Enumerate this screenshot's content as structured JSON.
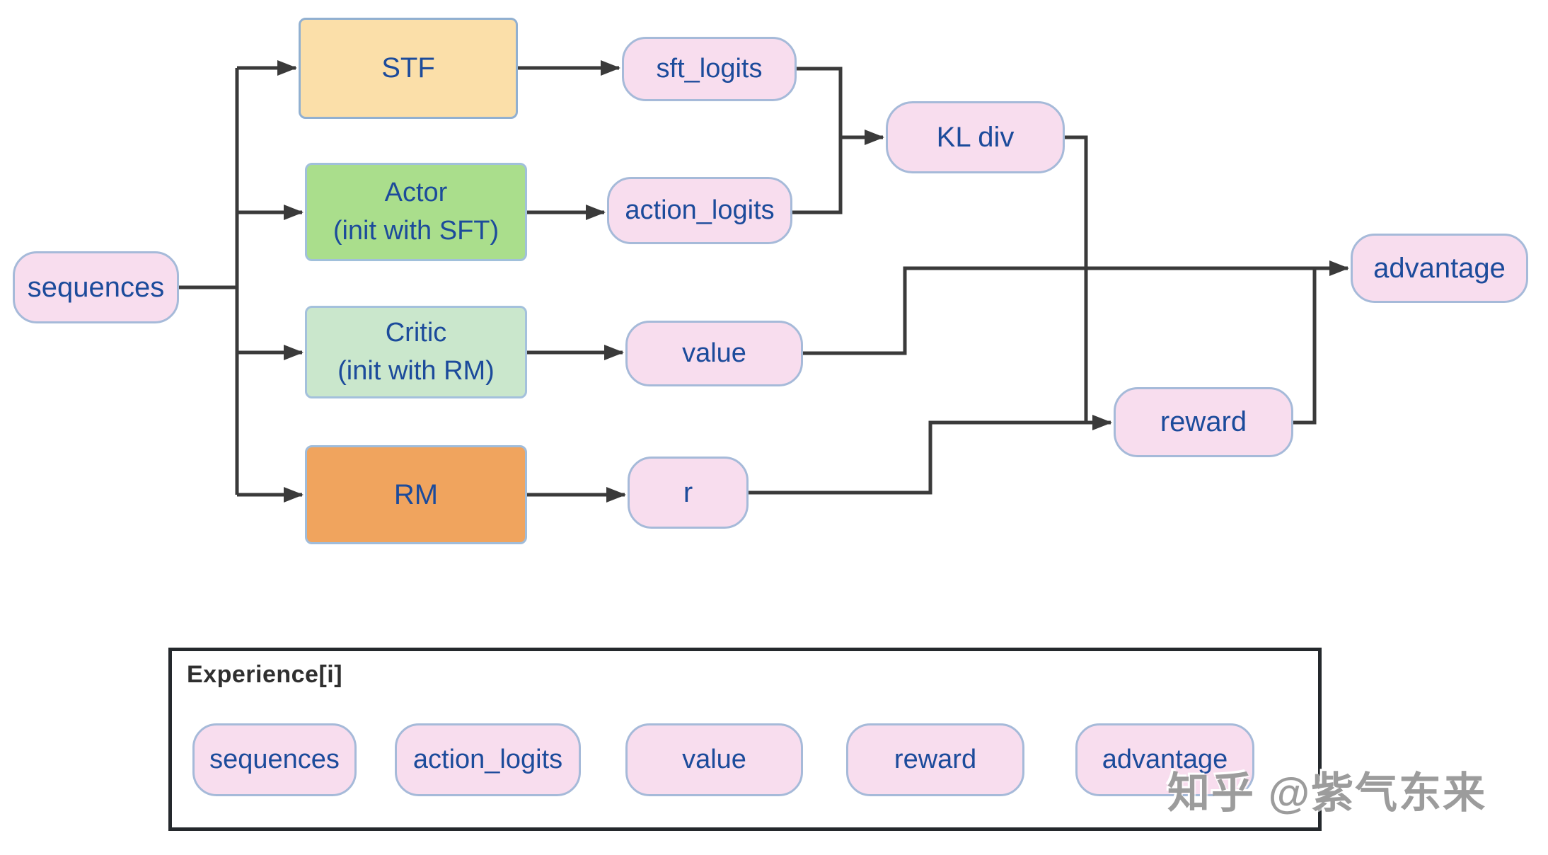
{
  "diagram": {
    "nodes": {
      "sequences": {
        "label": "sequences",
        "fill": "#f8ddee"
      },
      "stf": {
        "label": "STF",
        "fill": "#fbdfa9"
      },
      "actor": {
        "label": "Actor",
        "sublabel": "(init with SFT)",
        "fill": "#aade8c"
      },
      "critic": {
        "label": "Critic",
        "sublabel": "(init with RM)",
        "fill": "#cae7cc"
      },
      "rm": {
        "label": "RM",
        "fill": "#f0a45e"
      },
      "sft_logits": {
        "label": "sft_logits",
        "fill": "#f8ddee"
      },
      "action_logits": {
        "label": "action_logits",
        "fill": "#f8ddee"
      },
      "value": {
        "label": "value",
        "fill": "#f8ddee"
      },
      "r": {
        "label": "r",
        "fill": "#f8ddee"
      },
      "kl_div": {
        "label": "KL div",
        "fill": "#f8ddee"
      },
      "reward": {
        "label": "reward",
        "fill": "#f8ddee"
      },
      "advantage": {
        "label": "advantage",
        "fill": "#f8ddee"
      }
    },
    "edges": [
      {
        "from": "sequences",
        "to": "stf"
      },
      {
        "from": "sequences",
        "to": "actor"
      },
      {
        "from": "sequences",
        "to": "critic"
      },
      {
        "from": "sequences",
        "to": "rm"
      },
      {
        "from": "stf",
        "to": "sft_logits"
      },
      {
        "from": "actor",
        "to": "action_logits"
      },
      {
        "from": "critic",
        "to": "value"
      },
      {
        "from": "rm",
        "to": "r"
      },
      {
        "from": "sft_logits",
        "to": "kl_div"
      },
      {
        "from": "action_logits",
        "to": "kl_div"
      },
      {
        "from": "kl_div",
        "to": "reward"
      },
      {
        "from": "r",
        "to": "reward"
      },
      {
        "from": "value",
        "to": "advantage"
      },
      {
        "from": "reward",
        "to": "advantage"
      }
    ],
    "colors": {
      "node_text": "#1c4b9b",
      "capsule_border": "#a6bad9",
      "connector": "#3a3a3a",
      "experience_border": "#24282c"
    }
  },
  "experience": {
    "title": "Experience[i]",
    "items": [
      "sequences",
      "action_logits",
      "value",
      "reward",
      "advantage"
    ]
  },
  "watermark": {
    "text": "知乎 @紫气东来",
    "color": "#9c9c9c"
  }
}
